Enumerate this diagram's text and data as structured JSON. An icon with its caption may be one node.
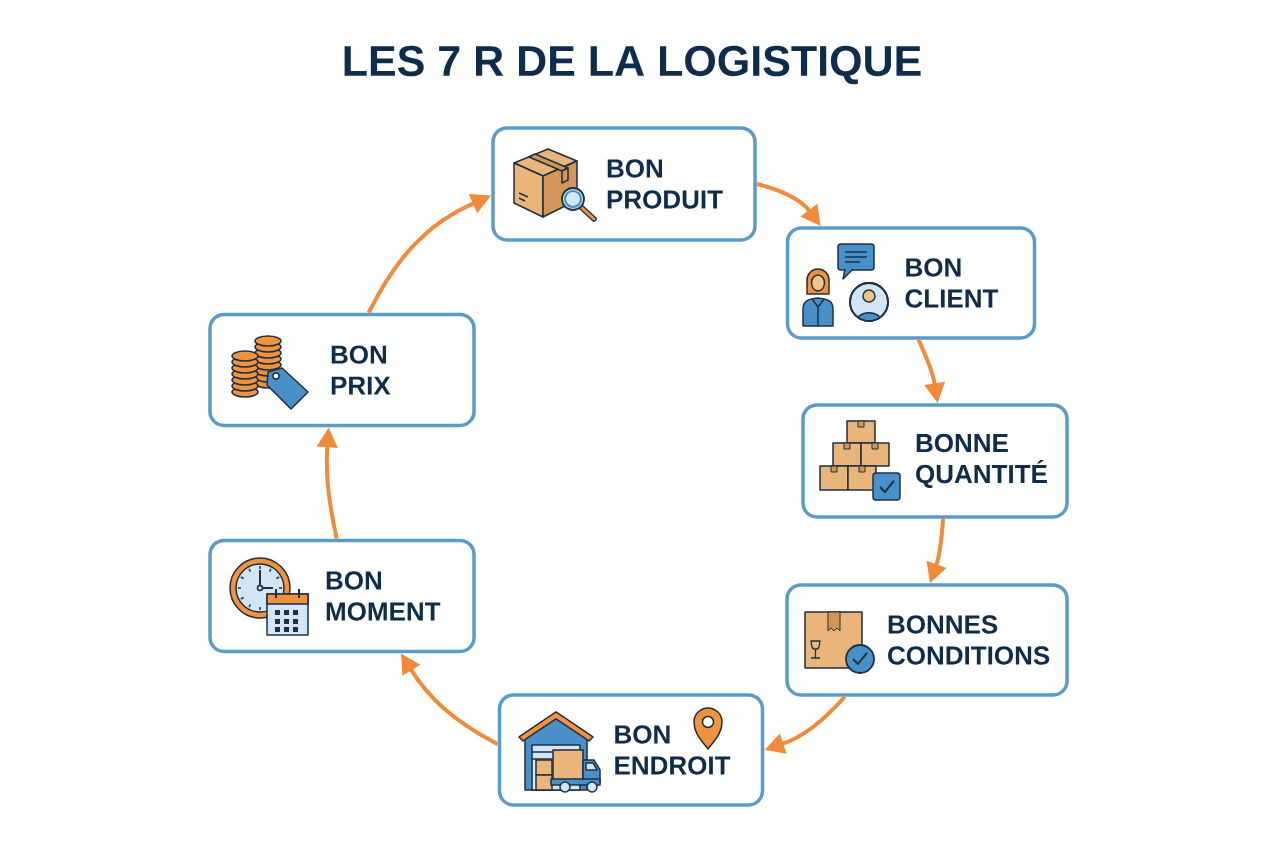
{
  "diagram": {
    "title": "LES 7 R DE LA LOGISTIQUE",
    "nodes": [
      {
        "text": [
          "BON PRODUIT"
        ]
      },
      {
        "text": [
          "BON CLIENT"
        ]
      },
      {
        "text": [
          "BONNE QUANTITÉ"
        ]
      },
      {
        "text": [
          "BONNES CONDITIONS"
        ]
      },
      {
        "text": [
          "BON ENDROIT"
        ]
      },
      {
        "text": [
          "BON MOMENT"
        ]
      },
      {
        "text": [
          "BON PRIX"
        ]
      }
    ],
    "edges": [
      {
        "from": 0,
        "to": 1,
        "arrow": "to"
      },
      {
        "from": 1,
        "to": 2,
        "arrow": "to"
      },
      {
        "from": 2,
        "to": 3,
        "arrow": "to"
      },
      {
        "from": 3,
        "to": 4,
        "arrow": "to"
      },
      {
        "from": 4,
        "to": 5,
        "arrow": "to"
      },
      {
        "from": 5,
        "to": 6,
        "arrow": "to"
      },
      {
        "from": 6,
        "to": 0,
        "arrow": "to"
      }
    ]
  }
}
